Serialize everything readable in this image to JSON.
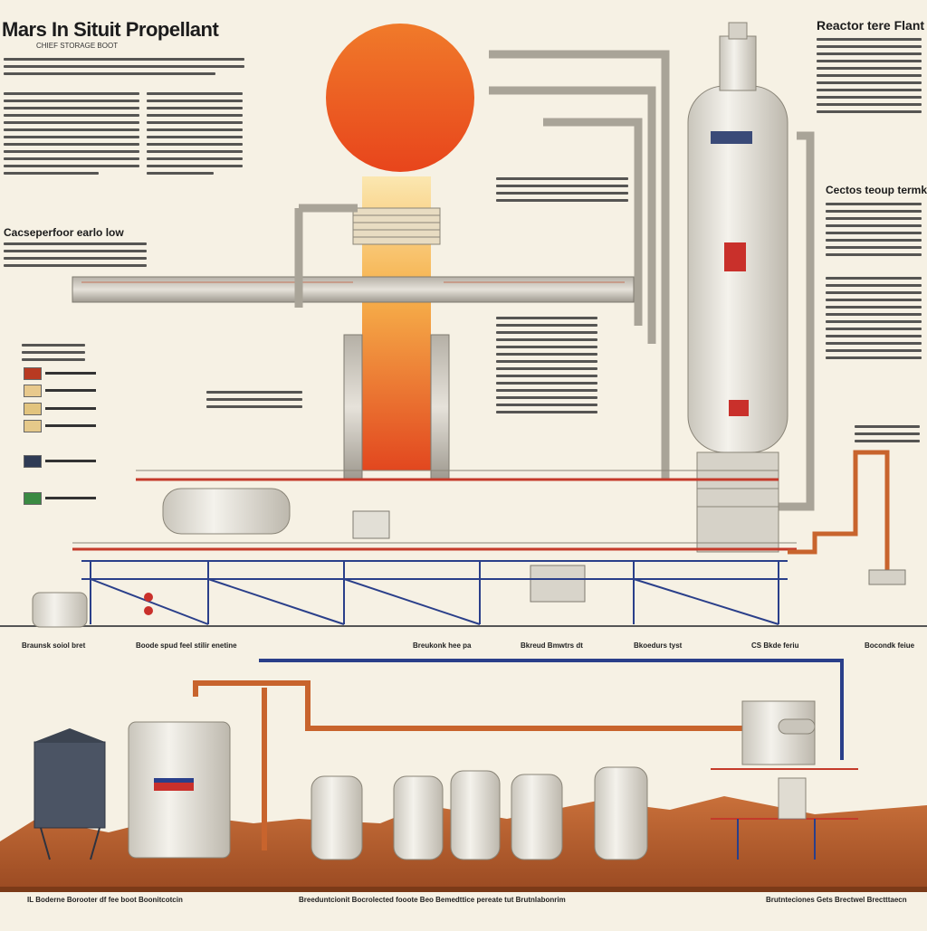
{
  "title": "Mars In Situit Propellant",
  "subtitle": "CHIEF STORAGE BOOT",
  "right_title": "Reactor tere Flant",
  "right_section_heading": "Cectos teoup termk",
  "left_section_heading": "Cacseperfoor earlo low",
  "colors": {
    "background": "#f6f1e4",
    "sun": "#ee5a24",
    "pipe_orange": "#c8642d",
    "pipe_blue": "#2a3f8a",
    "ground": "#b85f2e",
    "tank": "#e9e6de"
  },
  "legend_swatches": [
    "#b83a22",
    "#e8c98c",
    "#e2c47e",
    "#e5c98a",
    "#2f3b55",
    "#3a8a42"
  ],
  "bottom_labels": [
    "Braunsk soiol bret",
    "Boode spud feel stilir enetine",
    "Breukonk hee pa",
    "Bkreud Bmwtrs dt",
    "Bkoedurs tyst",
    "CS Bkde feriu",
    "Bocondk feiue"
  ],
  "footer_labels": [
    "IL Boderne Borooter df fee boot Boonitcotcin",
    "Breeduntcionit Bocrolected fooote Beo Bemedttice pereate tut Brutnlabonrim",
    "Brutnteciones Gets Brectwel Brectttaecn"
  ]
}
